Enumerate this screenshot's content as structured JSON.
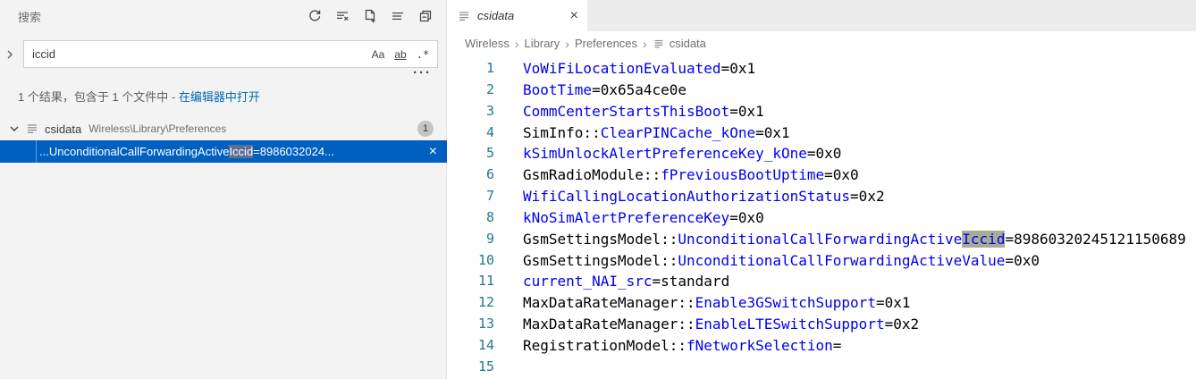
{
  "colors": {
    "selected_row_bg": "#0060C0",
    "key_blue": "#0000EE",
    "editor_match_highlight": "#A8AC94",
    "selected_row_match_highlight": "#5D6F93",
    "line_number": "#237893",
    "badge_bg": "#C4C4C4",
    "link_blue": "#006AB1",
    "sidebar_bg": "#F3F3F3"
  },
  "icons": {
    "refresh": "↻",
    "clear-search-results": "☰×",
    "open-new-search-editor": "🗋+",
    "view-as-list": "☰",
    "collapse-all": "⊟",
    "chevron-right": "›",
    "chevron-down": "⌄",
    "file": "≣"
  },
  "sidebar": {
    "title": "搜索",
    "search": {
      "value": "iccid",
      "options": [
        {
          "name": "match-case",
          "label": "Aa"
        },
        {
          "name": "whole-word",
          "label": "ab"
        },
        {
          "name": "use-regex",
          "label": ".*"
        }
      ]
    },
    "more_label": "···",
    "summary": {
      "text": "1 个结果，包含于 1 个文件中 - ",
      "link": "在编辑器中打开"
    },
    "file_group": {
      "name": "csidata",
      "path": "Wireless\\Library\\Preferences",
      "badge": "1"
    },
    "result": {
      "prefix": "...UnconditionalCallForwardingActive",
      "match": "Iccid",
      "suffix": "=8986032024...",
      "close": "×"
    }
  },
  "editor": {
    "tab": {
      "title": "csidata",
      "close": "×"
    },
    "breadcrumbs": [
      "Wireless",
      "Library",
      "Preferences",
      "csidata"
    ],
    "separator": "›",
    "lines": [
      {
        "n": "1",
        "segs": [
          [
            "key",
            "VoWiFiLocationEvaluated"
          ],
          [
            "plain",
            "=0x1"
          ]
        ]
      },
      {
        "n": "2",
        "segs": [
          [
            "key",
            "BootTime"
          ],
          [
            "plain",
            "=0x65a4ce0e"
          ]
        ]
      },
      {
        "n": "3",
        "segs": [
          [
            "key",
            "CommCenterStartsThisBoot"
          ],
          [
            "plain",
            "=0x1"
          ]
        ]
      },
      {
        "n": "4",
        "segs": [
          [
            "plain",
            "SimInfo::"
          ],
          [
            "key",
            "ClearPINCache_kOne"
          ],
          [
            "plain",
            "=0x1"
          ]
        ]
      },
      {
        "n": "5",
        "segs": [
          [
            "key",
            "kSimUnlockAlertPreferenceKey_kOne"
          ],
          [
            "plain",
            "=0x0"
          ]
        ]
      },
      {
        "n": "6",
        "segs": [
          [
            "plain",
            "GsmRadioModule::"
          ],
          [
            "key",
            "fPreviousBootUptime"
          ],
          [
            "plain",
            "=0x0"
          ]
        ]
      },
      {
        "n": "7",
        "segs": [
          [
            "key",
            "WifiCallingLocationAuthorizationStatus"
          ],
          [
            "plain",
            "=0x2"
          ]
        ]
      },
      {
        "n": "8",
        "segs": [
          [
            "key",
            "kNoSimAlertPreferenceKey"
          ],
          [
            "plain",
            "=0x0"
          ]
        ]
      },
      {
        "n": "9",
        "segs": [
          [
            "plain",
            "GsmSettingsModel::"
          ],
          [
            "key",
            "UnconditionalCallForwardingActive"
          ],
          [
            "match",
            "Iccid"
          ],
          [
            "plain",
            "=89860320245121150689"
          ]
        ]
      },
      {
        "n": "10",
        "segs": [
          [
            "plain",
            "GsmSettingsModel::"
          ],
          [
            "key",
            "UnconditionalCallForwardingActiveValue"
          ],
          [
            "plain",
            "=0x0"
          ]
        ]
      },
      {
        "n": "11",
        "segs": [
          [
            "key",
            "current_NAI_src"
          ],
          [
            "plain",
            "=standard"
          ]
        ]
      },
      {
        "n": "12",
        "segs": [
          [
            "plain",
            "MaxDataRateManager::"
          ],
          [
            "key",
            "Enable3GSwitchSupport"
          ],
          [
            "plain",
            "=0x1"
          ]
        ]
      },
      {
        "n": "13",
        "segs": [
          [
            "plain",
            "MaxDataRateManager::"
          ],
          [
            "key",
            "EnableLTESwitchSupport"
          ],
          [
            "plain",
            "=0x2"
          ]
        ]
      },
      {
        "n": "14",
        "segs": [
          [
            "plain",
            "RegistrationModel::"
          ],
          [
            "key",
            "fNetworkSelection"
          ],
          [
            "plain",
            "="
          ]
        ]
      },
      {
        "n": "15",
        "segs": []
      }
    ]
  }
}
